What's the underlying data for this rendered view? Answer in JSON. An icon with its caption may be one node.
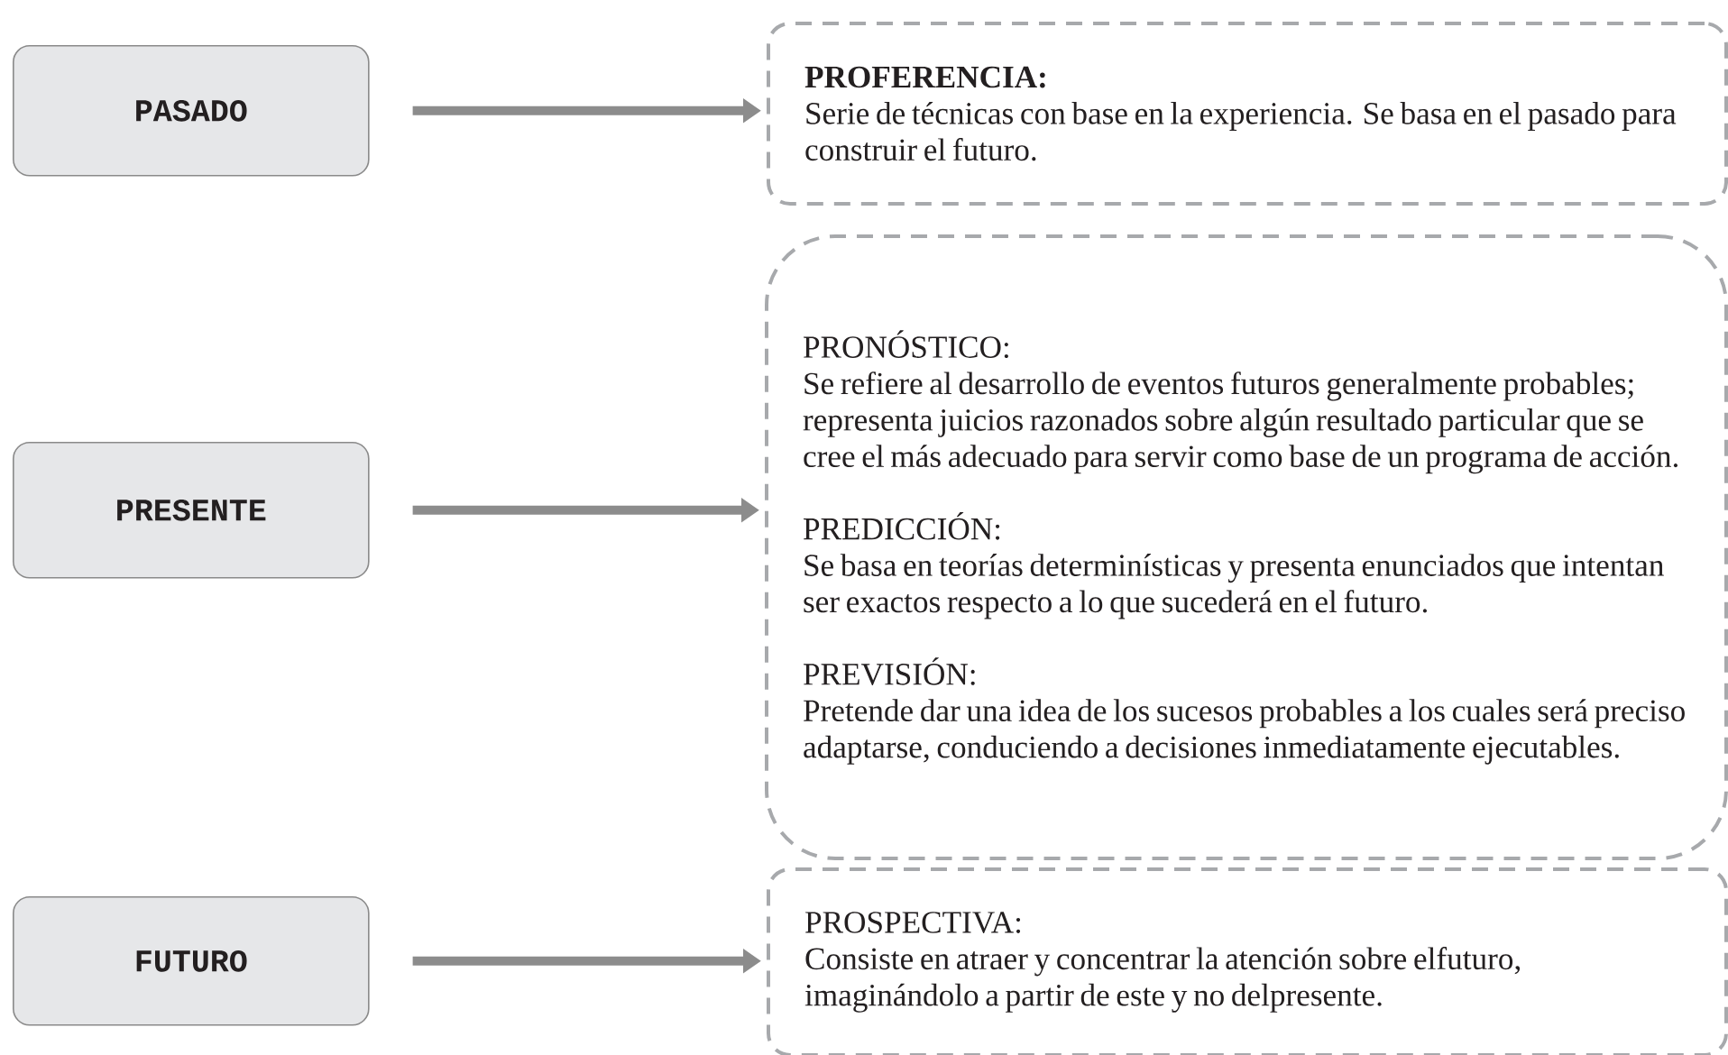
{
  "diagram": {
    "nodes": [
      {
        "text": [
          "PASADO"
        ]
      },
      {
        "text": [
          "PRESENTE"
        ]
      },
      {
        "text": [
          "FUTURO"
        ]
      },
      {
        "text": [
          "PROFERENCIA:",
          "Serie de técnicas con base en la experiencia. Se basa en el pasado para construir el futuro."
        ]
      },
      {
        "text": [
          "PRONÓSTICO:",
          "Se refiere al desarrollo de eventos futuros generalmente probables; representa juicios razonados sobre algún resultado particular que se cree el más adecuado para servir como base de un programa de acción.",
          "PREDICCIÓN:",
          "Se basa en teorías determinísticas y presenta enunciados que intentan ser exactos respecto a lo que sucederá en el futuro.",
          "PREVISIÓN:",
          "Pretende dar una idea de los sucesos probables a los cuales será preciso adaptarse, conduciendo a decisiones inmediatamente ejecutables."
        ]
      },
      {
        "text": [
          "PROSPECTIVA:",
          "Consiste en atraer y concentrar la atención sobre elfuturo, imaginándolo a partir de este y no delpresente."
        ]
      }
    ],
    "edges": [
      {
        "from": 0,
        "to": 3,
        "arrow": "to"
      },
      {
        "from": 1,
        "to": 4,
        "arrow": "to"
      },
      {
        "from": 2,
        "to": 5,
        "arrow": "to"
      }
    ]
  }
}
